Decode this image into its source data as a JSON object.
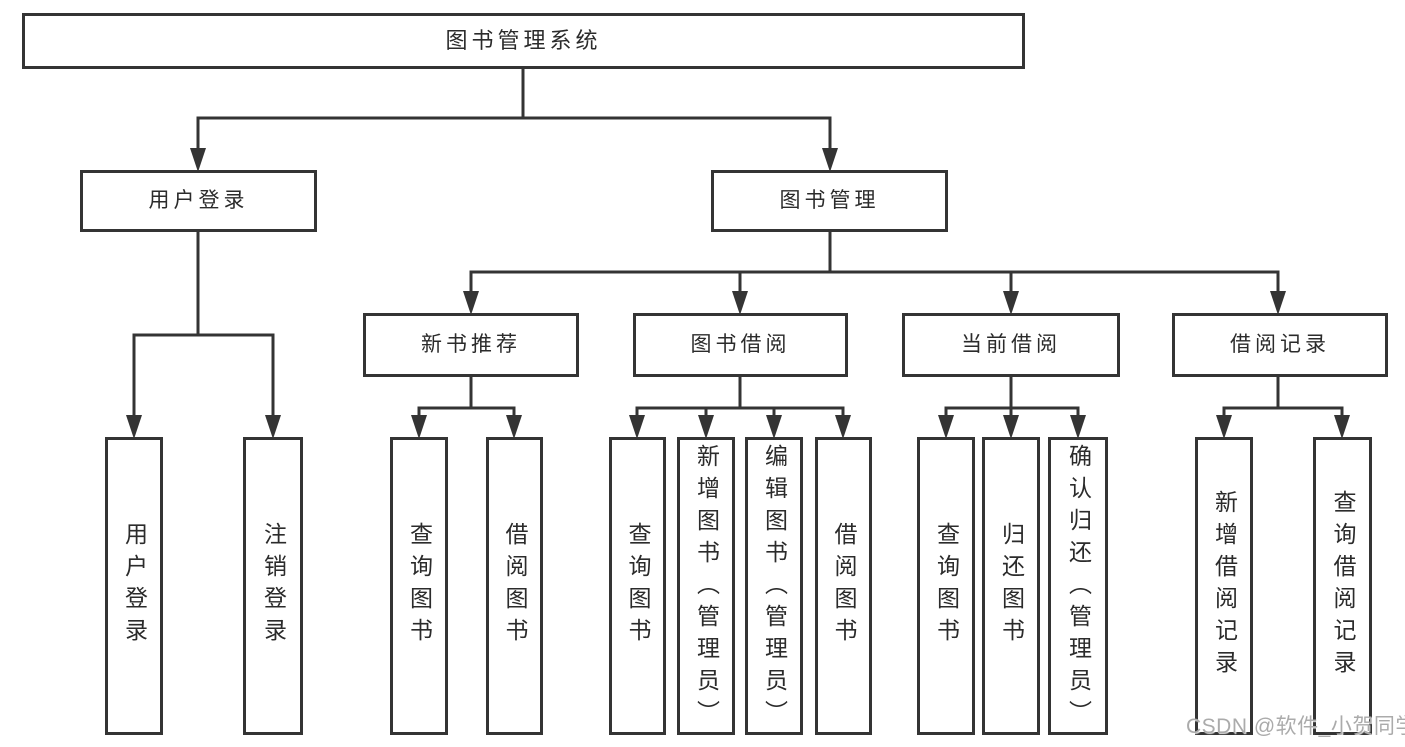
{
  "diagram": {
    "type": "hierarchy-tree",
    "nodes": {
      "root": {
        "label": "图书管理系统"
      },
      "user_login": {
        "label": "用户登录"
      },
      "book_mgmt": {
        "label": "图书管理"
      },
      "new_book": {
        "label": "新书推荐"
      },
      "book_borrow": {
        "label": "图书借阅"
      },
      "current_borrow": {
        "label": "当前借阅"
      },
      "borrow_record": {
        "label": "借阅记录"
      },
      "user_login_leaf": {
        "label": "用户登录"
      },
      "logout_leaf": {
        "label": "注销登录"
      },
      "new_query": {
        "label": "查询图书"
      },
      "new_borrow": {
        "label": "借阅图书"
      },
      "bb_query": {
        "label": "查询图书"
      },
      "bb_add": {
        "label": "新增图书（管理员）"
      },
      "bb_edit": {
        "label": "编辑图书（管理员）"
      },
      "bb_borrow": {
        "label": "借阅图书"
      },
      "cb_query": {
        "label": "查询图书"
      },
      "cb_return": {
        "label": "归还图书"
      },
      "cb_confirm": {
        "label": "确认归还（管理员）"
      },
      "br_add": {
        "label": "新增借阅记录"
      },
      "br_query": {
        "label": "查询借阅记录"
      }
    },
    "edges": [
      [
        "root",
        "user_login"
      ],
      [
        "root",
        "book_mgmt"
      ],
      [
        "user_login",
        "user_login_leaf"
      ],
      [
        "user_login",
        "logout_leaf"
      ],
      [
        "book_mgmt",
        "new_book"
      ],
      [
        "book_mgmt",
        "book_borrow"
      ],
      [
        "book_mgmt",
        "current_borrow"
      ],
      [
        "book_mgmt",
        "borrow_record"
      ],
      [
        "new_book",
        "new_query"
      ],
      [
        "new_book",
        "new_borrow"
      ],
      [
        "book_borrow",
        "bb_query"
      ],
      [
        "book_borrow",
        "bb_add"
      ],
      [
        "book_borrow",
        "bb_edit"
      ],
      [
        "book_borrow",
        "bb_borrow"
      ],
      [
        "current_borrow",
        "cb_query"
      ],
      [
        "current_borrow",
        "cb_return"
      ],
      [
        "current_borrow",
        "cb_confirm"
      ],
      [
        "borrow_record",
        "br_add"
      ],
      [
        "borrow_record",
        "br_query"
      ]
    ]
  },
  "watermark": {
    "text": "CSDN @软件_小贺同学"
  },
  "colors": {
    "line": "#343434",
    "box_border": "#343434",
    "box_fill": "#ffffff",
    "text": "#2b2b2b",
    "watermark": "#ababab",
    "background": "#ffffff"
  }
}
